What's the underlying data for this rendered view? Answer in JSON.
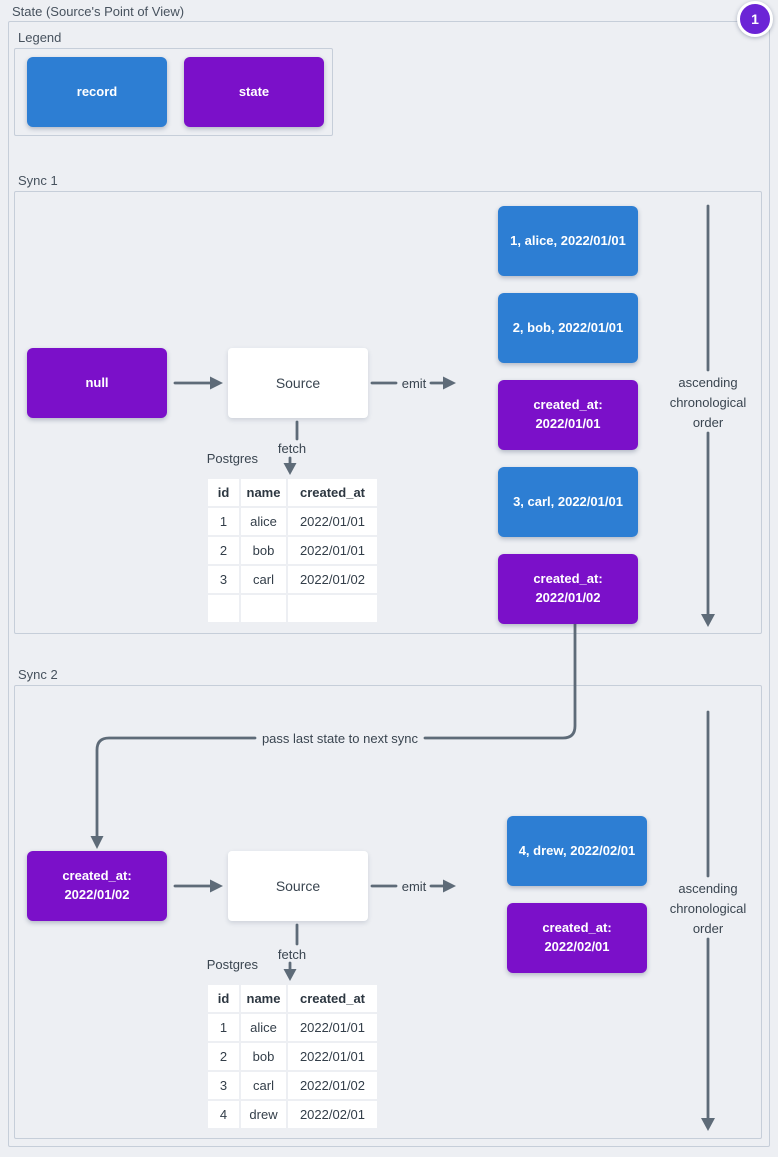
{
  "page": {
    "title": "State (Source's Point of View)",
    "badge": "1"
  },
  "colors": {
    "record": "#2d7ed3",
    "state": "#7b10c9",
    "badge": "#6b24d6",
    "line": "#5e6b78",
    "bg": "#edeff3"
  },
  "legend": {
    "label": "Legend",
    "items": [
      {
        "type": "record",
        "label": "record"
      },
      {
        "type": "state",
        "label": "state"
      }
    ]
  },
  "sync1": {
    "label": "Sync 1",
    "input_state": "null",
    "source": "Source",
    "emit": "emit",
    "fetch": "fetch",
    "db": "Postgres",
    "order": "ascending chronological order",
    "table": {
      "headers": [
        "id",
        "name",
        "created_at"
      ],
      "rows": [
        [
          "1",
          "alice",
          "2022/01/01"
        ],
        [
          "2",
          "bob",
          "2022/01/01"
        ],
        [
          "3",
          "carl",
          "2022/01/02"
        ],
        [
          "",
          "",
          ""
        ]
      ]
    },
    "emitted": [
      {
        "type": "record",
        "label": "1, alice, 2022/01/01"
      },
      {
        "type": "record",
        "label": "2, bob, 2022/01/01"
      },
      {
        "type": "state",
        "label": "created_at:\n2022/01/01"
      },
      {
        "type": "record",
        "label": "3, carl, 2022/01/01"
      },
      {
        "type": "state",
        "label": "created_at:\n2022/01/02"
      }
    ]
  },
  "connector": {
    "label": "pass last state to next sync"
  },
  "sync2": {
    "label": "Sync 2",
    "input_state": "created_at:\n2022/01/02",
    "source": "Source",
    "emit": "emit",
    "fetch": "fetch",
    "db": "Postgres",
    "order": "ascending chronological order",
    "table": {
      "headers": [
        "id",
        "name",
        "created_at"
      ],
      "rows": [
        [
          "1",
          "alice",
          "2022/01/01"
        ],
        [
          "2",
          "bob",
          "2022/01/01"
        ],
        [
          "3",
          "carl",
          "2022/01/02"
        ],
        [
          "4",
          "drew",
          "2022/02/01"
        ]
      ]
    },
    "emitted": [
      {
        "type": "record",
        "label": "4, drew, 2022/02/01"
      },
      {
        "type": "state",
        "label": "created_at:\n2022/02/01"
      }
    ]
  }
}
